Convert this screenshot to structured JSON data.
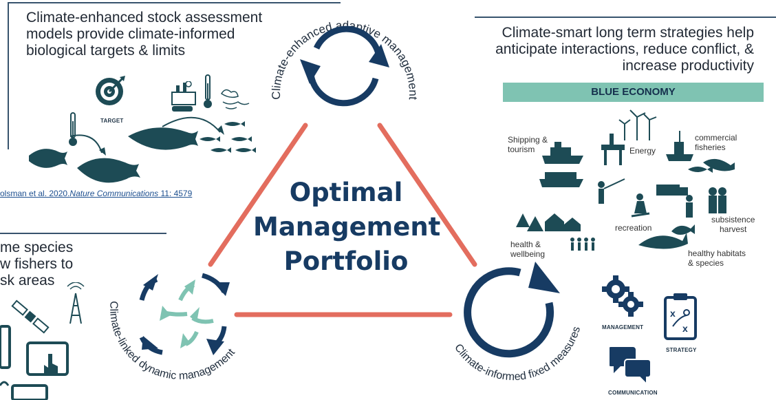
{
  "top_left": {
    "text_lines": [
      "Climate-enhanced stock assessment",
      "models provide climate-informed",
      "biological targets & limits"
    ],
    "target_label": "TARGET",
    "citation_prefix": "olsman et al. 2020.",
    "citation_journal": "Nature Communications",
    "citation_suffix": " 11: 4579"
  },
  "top_right": {
    "text_lines": [
      "Climate-smart long term strategies help",
      "anticipate interactions, reduce conflict, &",
      "increase productivity"
    ],
    "bar_label": "BLUE ECONOMY",
    "labels": {
      "shipping": "Shipping &\ntourism",
      "energy": "Energy",
      "commercial": "commercial\nfisheries",
      "recreation": "recreation",
      "subsistence": "subsistence\nharvest",
      "health": "health &\nwellbeing",
      "habitats": "healthy habitats\n& species"
    }
  },
  "left_mid": {
    "text_lines": [
      "me species",
      "w fishers to",
      "sk areas"
    ]
  },
  "center": {
    "title_lines": [
      "Optimal",
      "Management",
      "Portfolio"
    ]
  },
  "cycles": {
    "top": "Climate-enhanced adaptive management",
    "left": "Climate-linked dynamic management",
    "right": "Climate-informed fixed measures"
  },
  "icons_right": {
    "management": "MANAGEMENT",
    "strategy": "STRATEGY",
    "communication": "COMMUNICATION"
  },
  "colors": {
    "navy": "#173b63",
    "teal": "#7fc3b2",
    "triangle": "#e36d5e",
    "dark_teal": "#1d4b55"
  }
}
